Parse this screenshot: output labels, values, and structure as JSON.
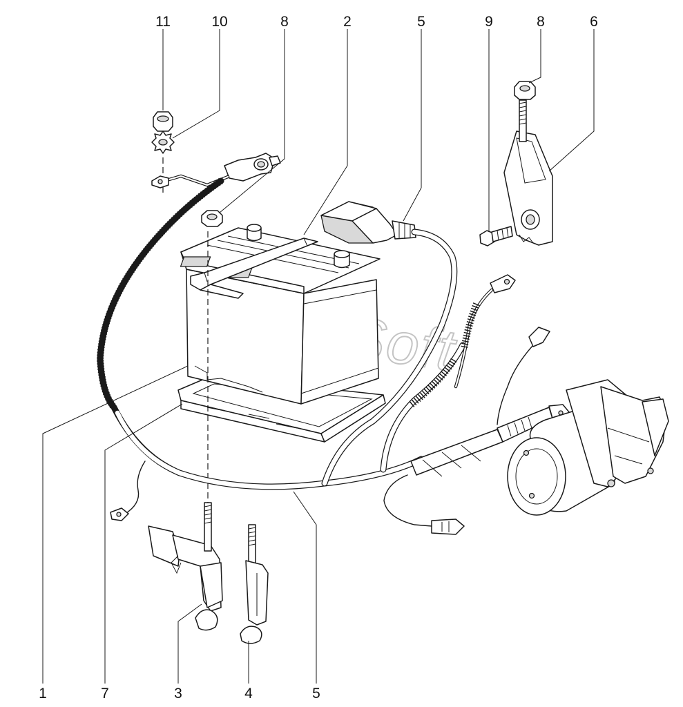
{
  "diagram": {
    "watermark": "AutoSoft",
    "callouts": {
      "c11": "11",
      "c10": "10",
      "c8_top_left": "8",
      "c2": "2",
      "c5_top": "5",
      "c9": "9",
      "c8_top_right": "8",
      "c6": "6",
      "c1": "1",
      "c7": "7",
      "c3": "3",
      "c4": "4",
      "c5_bottom": "5"
    }
  }
}
